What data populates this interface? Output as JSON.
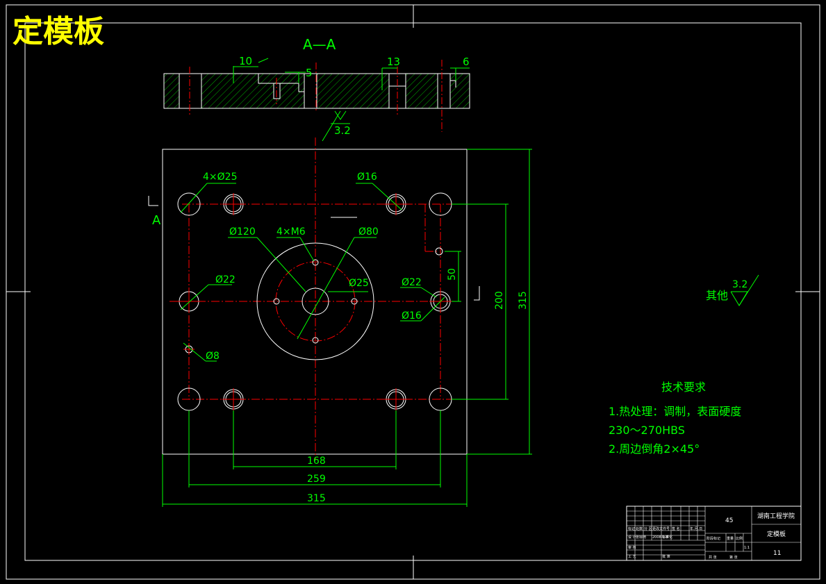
{
  "title": "定模板",
  "section_label": "A—A",
  "section_marker": "A",
  "colors": {
    "background": "#000000",
    "outline": "#ffffff",
    "dimension": "#00ff00",
    "centerline": "#ff0000",
    "title_text": "#ffff00",
    "hatch": "#00ff00"
  },
  "section_dims": {
    "d10": "10",
    "d5": "5",
    "d13": "13",
    "d6": "6",
    "rough": "3.2"
  },
  "plan_labels": {
    "hole_4x25": "4×Ø25",
    "hole_16_top": "Ø16",
    "hole_120": "Ø120",
    "m6": "4×M6",
    "hole_80": "Ø80",
    "hole_22_left": "Ø22",
    "hole_25": "Ø25",
    "hole_22_right": "Ø22",
    "hole_16_right": "Ø16",
    "hole_8": "Ø8",
    "dim_50": "50",
    "dim_200": "200",
    "dim_315_v": "315",
    "dim_168": "168",
    "dim_259": "259",
    "dim_315_h": "315"
  },
  "other_roughness": {
    "label": "其他",
    "value": "3.2"
  },
  "tech_requirements": {
    "heading": "技术要求",
    "line1": "1.热处理：调制，表面硬度",
    "line2": "230～270HBS",
    "line3": "2.周边倒角2×45°"
  },
  "title_block": {
    "material": "45",
    "school": "湖南工程学院",
    "part_name": "定模板",
    "drawing_no": "11",
    "scale": "1:1",
    "small_row1": [
      "标记",
      "处数",
      "分 区",
      "更改文件号",
      "签 名",
      "年.月.日"
    ],
    "small_row2": [
      "设 计",
      "张琼琦",
      "2008-6-8",
      "标准化"
    ],
    "small_row3": [
      "阶段标记",
      "重量",
      "比例"
    ],
    "small_row4": [
      "审 核"
    ],
    "small_row5": [
      "工 艺",
      "批 准"
    ],
    "small_row6": [
      "共 张",
      "第 张"
    ]
  }
}
